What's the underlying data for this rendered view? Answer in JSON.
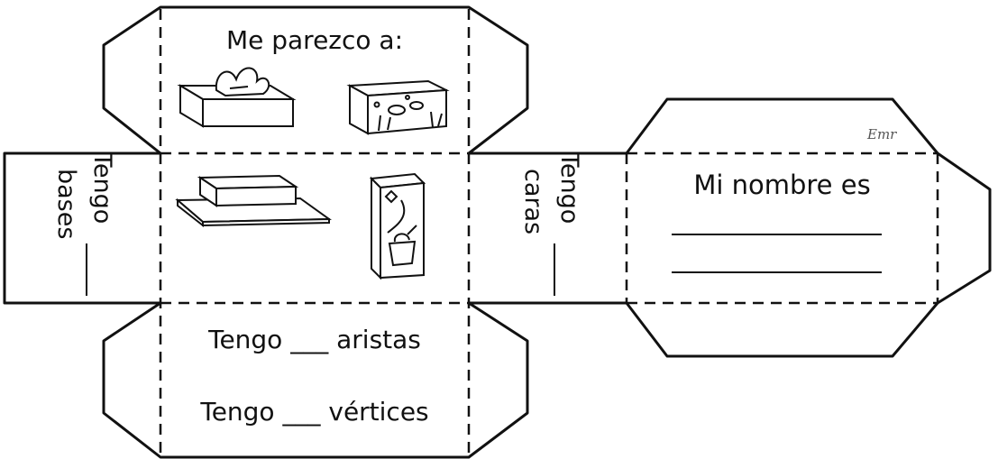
{
  "top_panel": {
    "title": "Me parezco a:"
  },
  "left_panel": {
    "line1": "Tengo",
    "line2": "bases"
  },
  "middle_panel": {
    "line1": "Tengo",
    "line2": "caras"
  },
  "bottom_panel": {
    "edges": "Tengo ___ aristas",
    "vertices": "Tengo ___ vértices"
  },
  "right_panel": {
    "name_prompt": "Mi nombre es",
    "signature": "Emr"
  },
  "icons": [
    "tissue-box-icon",
    "fish-tank-icon",
    "butter-dish-icon",
    "juice-carton-icon"
  ]
}
